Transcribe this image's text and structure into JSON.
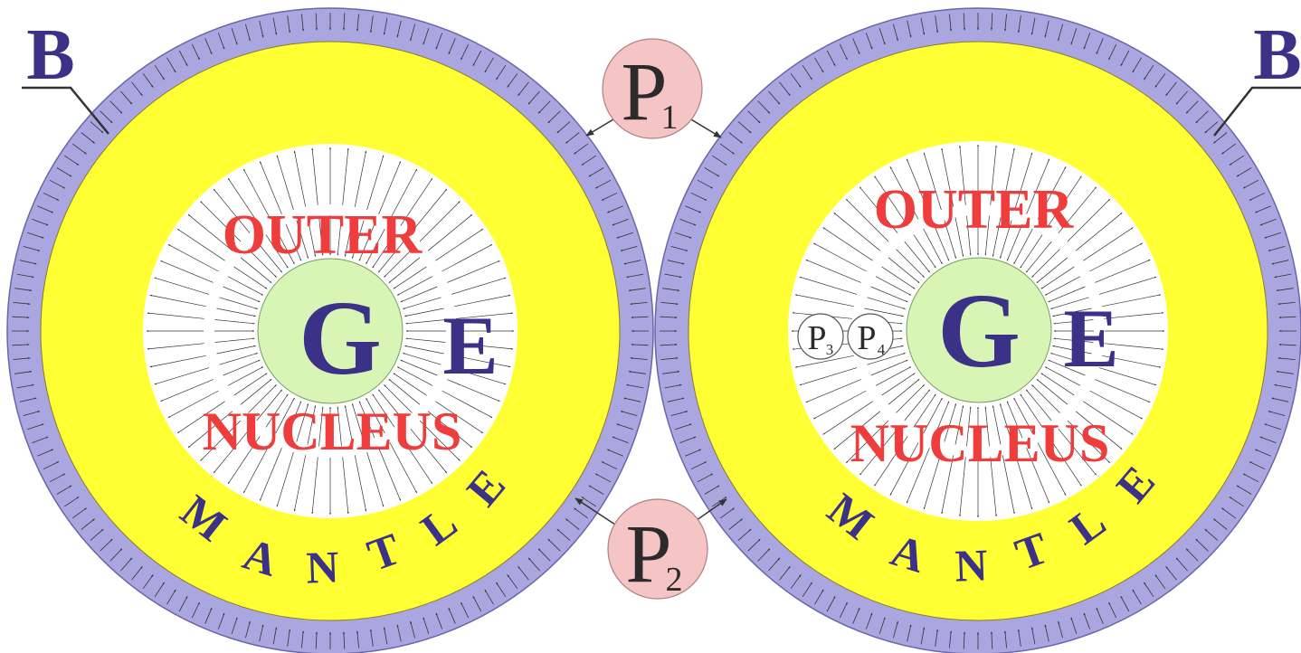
{
  "labels": {
    "left_b": "B",
    "right_b": "B",
    "outer": "OUTER",
    "nucleus": "NUCLEUS",
    "g": "G",
    "e": "E",
    "mantle_letters": [
      "M",
      "A",
      "N",
      "T",
      "L",
      "E"
    ],
    "p1_main": "P",
    "p1_sub": "1",
    "p2_main": "P",
    "p2_sub": "2",
    "p3_main": "P",
    "p3_sub": "3",
    "p4_main": "P",
    "p4_sub": "4"
  },
  "colors": {
    "shell": "#a9a6e0",
    "shell_stroke": "#6a66a8",
    "mantle": "#ffff33",
    "core": "#d9f5b5",
    "bubble": "#f5c4c4",
    "red_text": "#ef3d3d",
    "blue_text": "#3b3187",
    "arrow": "#333333"
  }
}
